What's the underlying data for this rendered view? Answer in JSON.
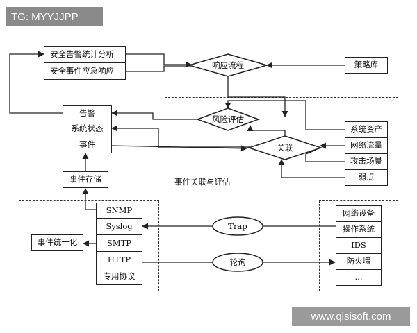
{
  "watermark_top": "TG: MYYJJPP",
  "watermark_bottom": "www.qisisoft.com",
  "top_group": {
    "analysis_items": [
      "安全告警统计分析",
      "安全事件应急响应"
    ],
    "response_flow": "响应流程",
    "policy_db": "策略库"
  },
  "mid_left_group": {
    "items": [
      "告警",
      "系统状态",
      "事件"
    ],
    "event_storage": "事件存储"
  },
  "correlation_group": {
    "risk_eval": "风险评估",
    "correlation": "关联",
    "caption": "事件关联与评估",
    "inputs": [
      "系统资产",
      "网络流量",
      "攻击场景",
      "弱点"
    ]
  },
  "bottom_left_group": {
    "protocols": [
      "SNMP",
      "Syslog",
      "SMTP",
      "HTTP",
      "专用协议"
    ],
    "unify": "事件统一化"
  },
  "bottom_right_group": {
    "sources": [
      "网络设备",
      "操作系统",
      "IDS",
      "防火墙",
      "..."
    ]
  },
  "channels": {
    "trap": "Trap",
    "poll": "轮询"
  }
}
